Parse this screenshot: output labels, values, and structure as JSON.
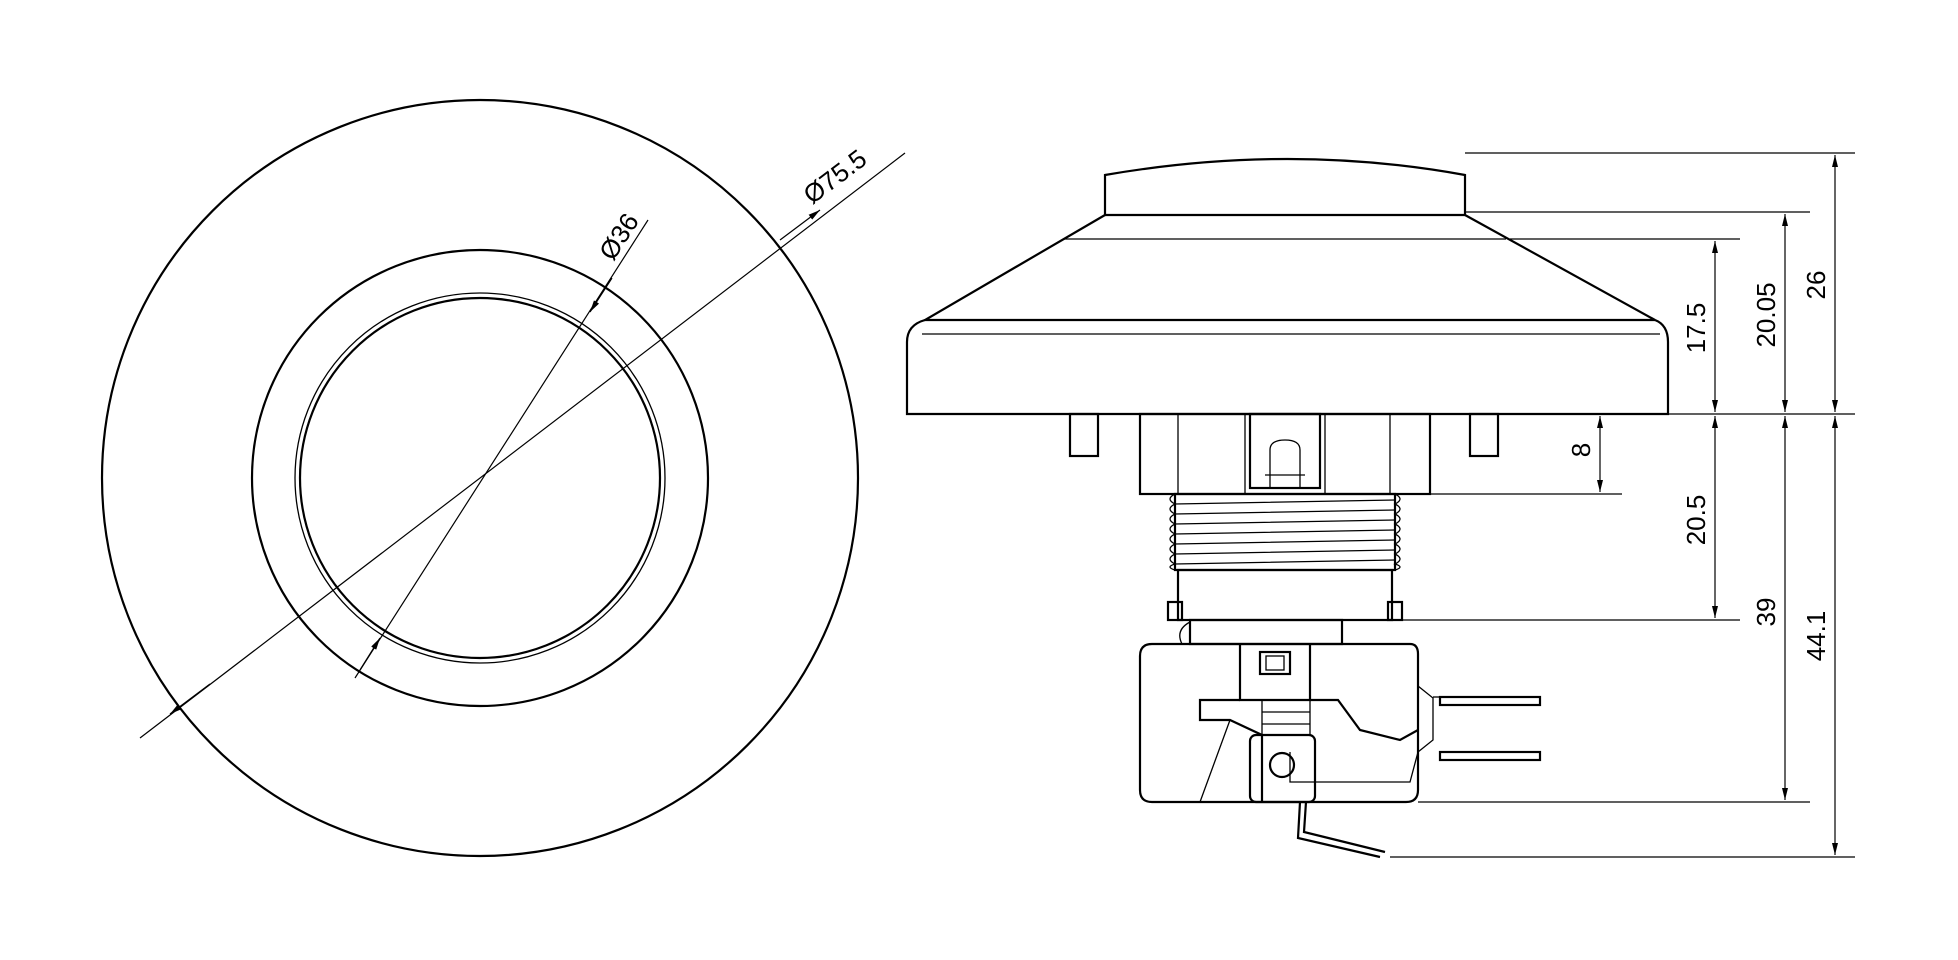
{
  "drawing": {
    "front_view": {
      "outer_diameter_label": "Ø75.5",
      "inner_diameter_label": "Ø36"
    },
    "side_view": {
      "dimensions": {
        "total_top_height": "26",
        "bezel_height": "20.05",
        "flange_height": "17.5",
        "tab_depth": "8",
        "thread_length": "20.5",
        "body_length": "39",
        "total_length": "44.1"
      }
    },
    "line_color": "#000000",
    "background_color": "#ffffff"
  }
}
